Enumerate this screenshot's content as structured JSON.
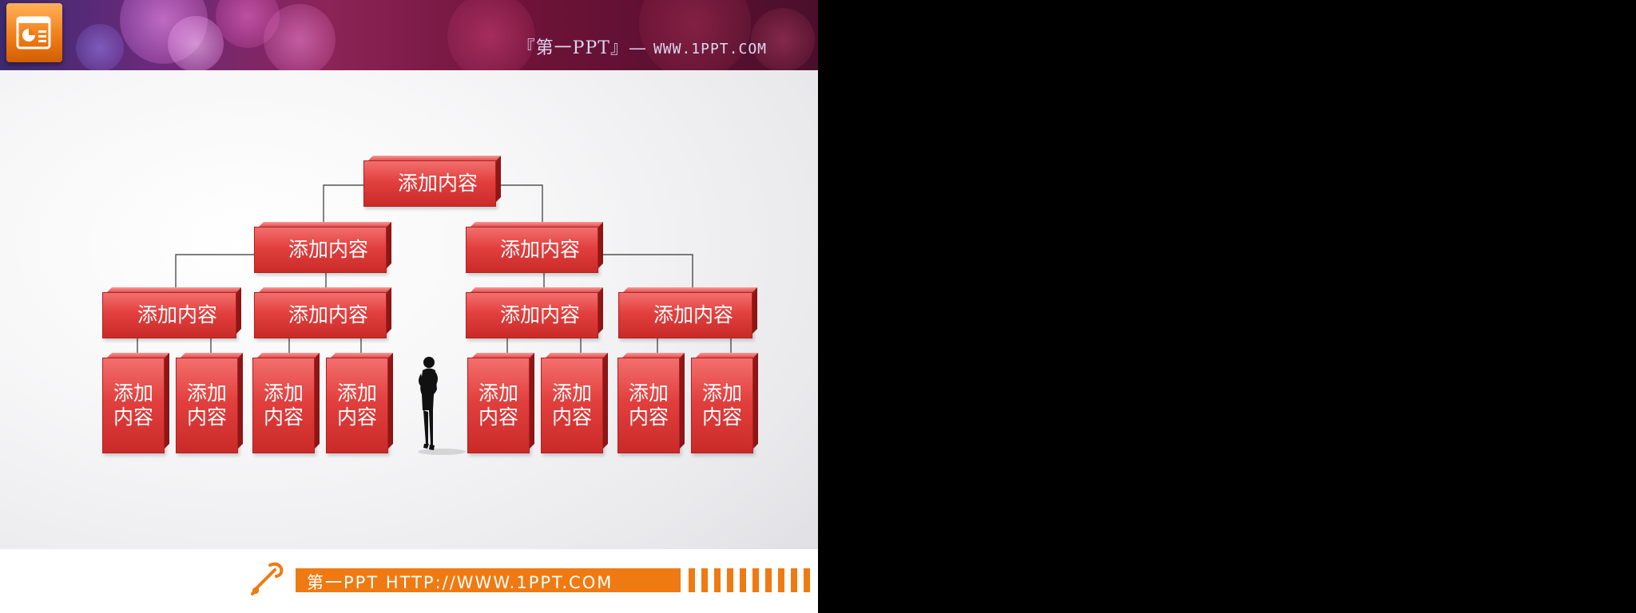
{
  "header": {
    "brand": "『第一PPT』—",
    "url": "WWW.1PPT.COM"
  },
  "chart": {
    "root": "添加内容",
    "level2": [
      "添加内容",
      "添加内容"
    ],
    "level3": [
      "添加内容",
      "添加内容",
      "添加内容",
      "添加内容"
    ],
    "level4": [
      "添加内容",
      "添加内容",
      "添加内容",
      "添加内容",
      "添加内容",
      "添加内容",
      "添加内容",
      "添加内容"
    ]
  },
  "footer": {
    "text": "第一PPT HTTP://WWW.1PPT.COM"
  },
  "colors": {
    "box_red": "#e2403e",
    "accent_orange": "#f07a12",
    "connector": "#333333"
  },
  "icons": {
    "app_logo": "powerpoint-icon",
    "footer_icon": "pencil-icon",
    "figure": "businesswoman-silhouette"
  }
}
